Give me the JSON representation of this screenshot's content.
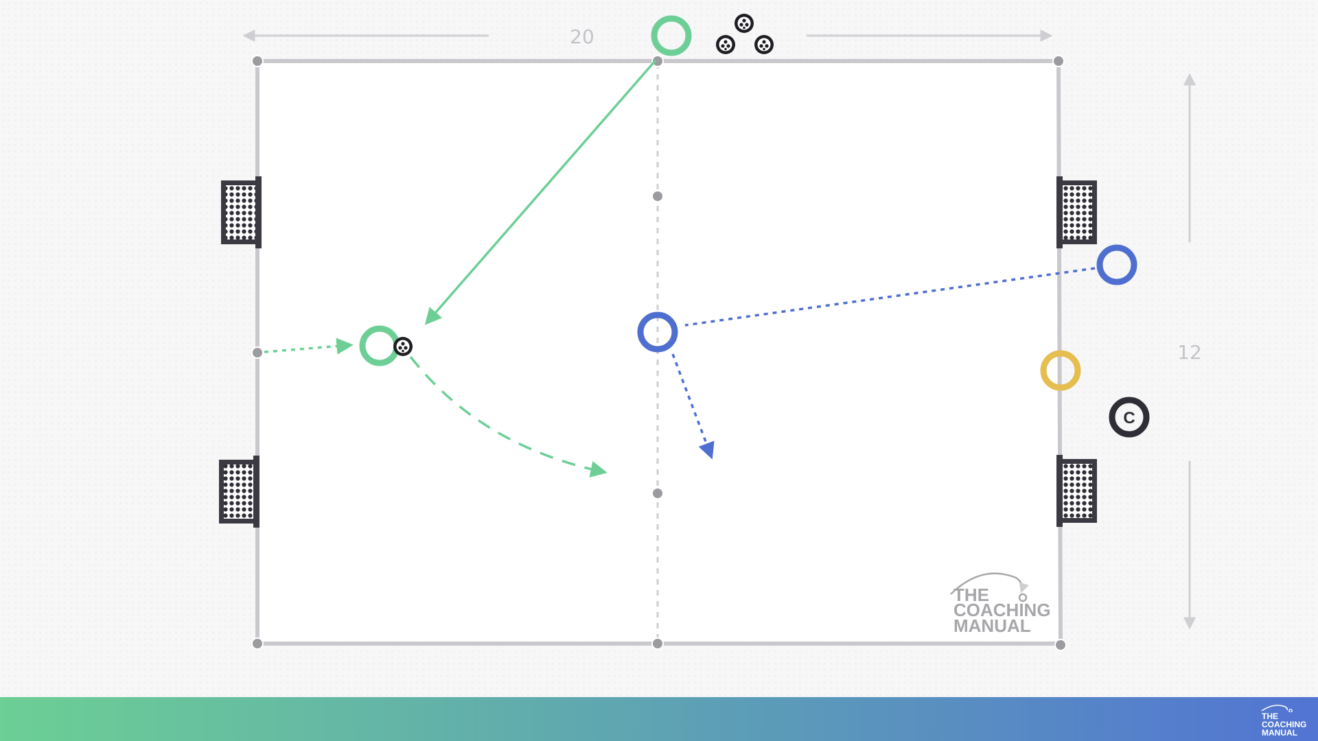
{
  "dimensions": {
    "width_label": "20",
    "length_label": "12"
  },
  "players": {
    "green": {
      "color": "#6dcf96",
      "count": 2
    },
    "blue": {
      "color": "#4f6fd0",
      "count": 2
    },
    "neutral": {
      "color": "#e6bd4f",
      "count": 1
    },
    "coach": {
      "label": "C",
      "color": "#2f2e36"
    }
  },
  "equipment": {
    "goals": 4,
    "balls": 4
  },
  "movements": [
    {
      "team": "green",
      "type": "pass",
      "style": "solid"
    },
    {
      "team": "green",
      "type": "run",
      "style": "dotted"
    },
    {
      "team": "green",
      "type": "dribble",
      "style": "dashed"
    },
    {
      "team": "blue",
      "type": "run",
      "style": "dotted"
    }
  ],
  "watermark": {
    "line1": "THE",
    "line2": "COACHING",
    "line3": "MANUAL"
  },
  "footer_logo": {
    "line1": "THE",
    "line2": "COACHING",
    "line3": "MANUAL"
  }
}
